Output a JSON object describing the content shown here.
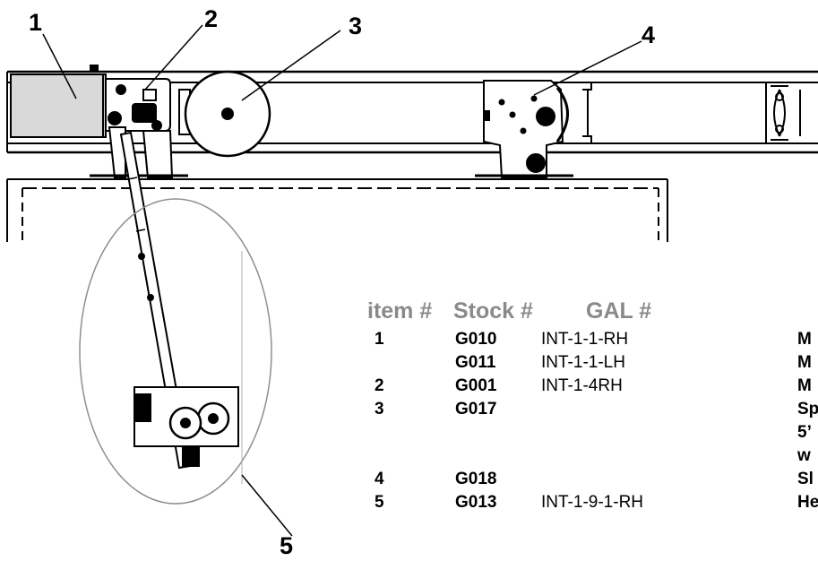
{
  "callouts": [
    "1",
    "2",
    "3",
    "4",
    "5"
  ],
  "table": {
    "headers": {
      "item": "item #",
      "stock": "Stock #",
      "gal": "GAL #"
    },
    "rows": [
      {
        "item": "1",
        "stock": "G010",
        "gal": "INT-1-1-RH",
        "desc": "M"
      },
      {
        "item": "",
        "stock": "G011",
        "gal": "INT-1-1-LH",
        "desc": "M"
      },
      {
        "item": "2",
        "stock": "G001",
        "gal": "INT-1-4RH",
        "desc": "M"
      },
      {
        "item": "3",
        "stock": "G017",
        "gal": "",
        "desc": "Sp"
      },
      {
        "item": "",
        "stock": "",
        "gal": "",
        "desc": "5’"
      },
      {
        "item": "",
        "stock": "",
        "gal": "",
        "desc": "w"
      },
      {
        "item": "4",
        "stock": "G018",
        "gal": "",
        "desc": "Sl"
      },
      {
        "item": "5",
        "stock": "G013",
        "gal": "INT-1-9-1-RH",
        "desc": "He"
      }
    ]
  },
  "colors": {
    "line": "#000000",
    "header_text": "#8a8a8a",
    "part_fill": "#ffffff",
    "operator_fill": "#d9d9d9"
  }
}
